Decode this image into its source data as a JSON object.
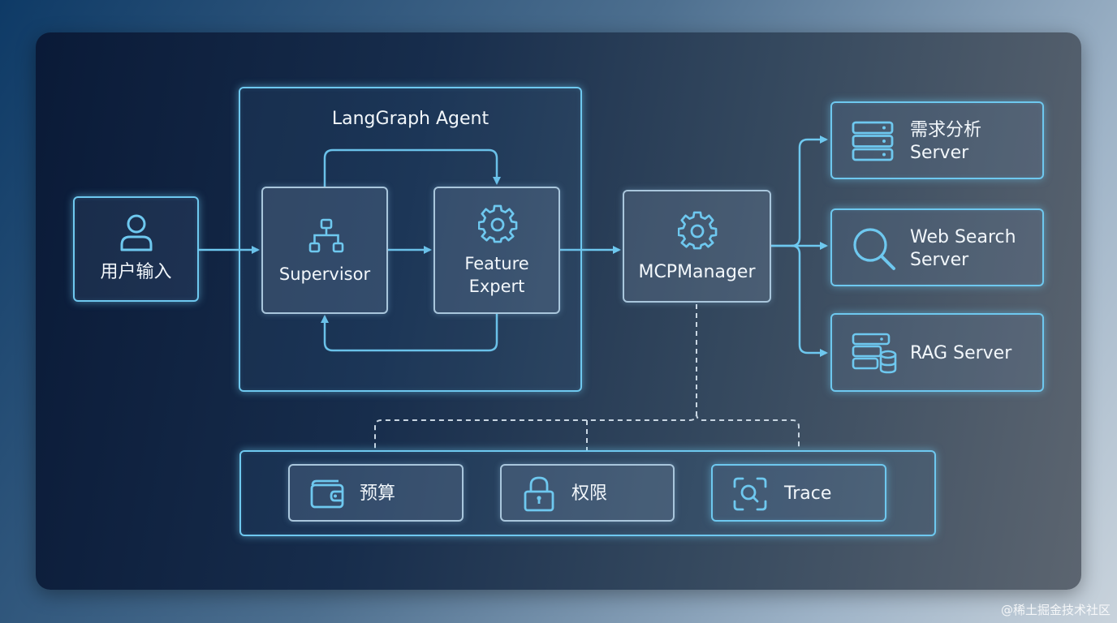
{
  "diagram": {
    "agent_group": {
      "title": "LangGraph Agent"
    },
    "user_input": {
      "label": "用户输入",
      "icon": "user-icon"
    },
    "supervisor": {
      "label": "Supervisor",
      "icon": "hierarchy-icon"
    },
    "feature_expert": {
      "label_line1": "Feature",
      "label_line2": "Expert",
      "icon": "gear-icon"
    },
    "mcp_manager": {
      "label": "MCPManager",
      "icon": "gear-icon"
    },
    "servers": [
      {
        "line1": "需求分析",
        "line2": "Server",
        "icon": "server-stack-icon"
      },
      {
        "line1": "Web Search",
        "line2": "Server",
        "icon": "magnifier-icon"
      },
      {
        "line1": "RAG Server",
        "line2": "",
        "icon": "database-icon"
      }
    ],
    "policies": [
      {
        "label": "预算",
        "icon": "wallet-icon"
      },
      {
        "label": "权限",
        "icon": "lock-icon"
      },
      {
        "label": "Trace",
        "icon": "scan-search-icon"
      }
    ],
    "colors": {
      "accent": "#6ec8ef",
      "node_border": "#a9c6dc"
    }
  },
  "watermark": "@稀土掘金技术社区"
}
